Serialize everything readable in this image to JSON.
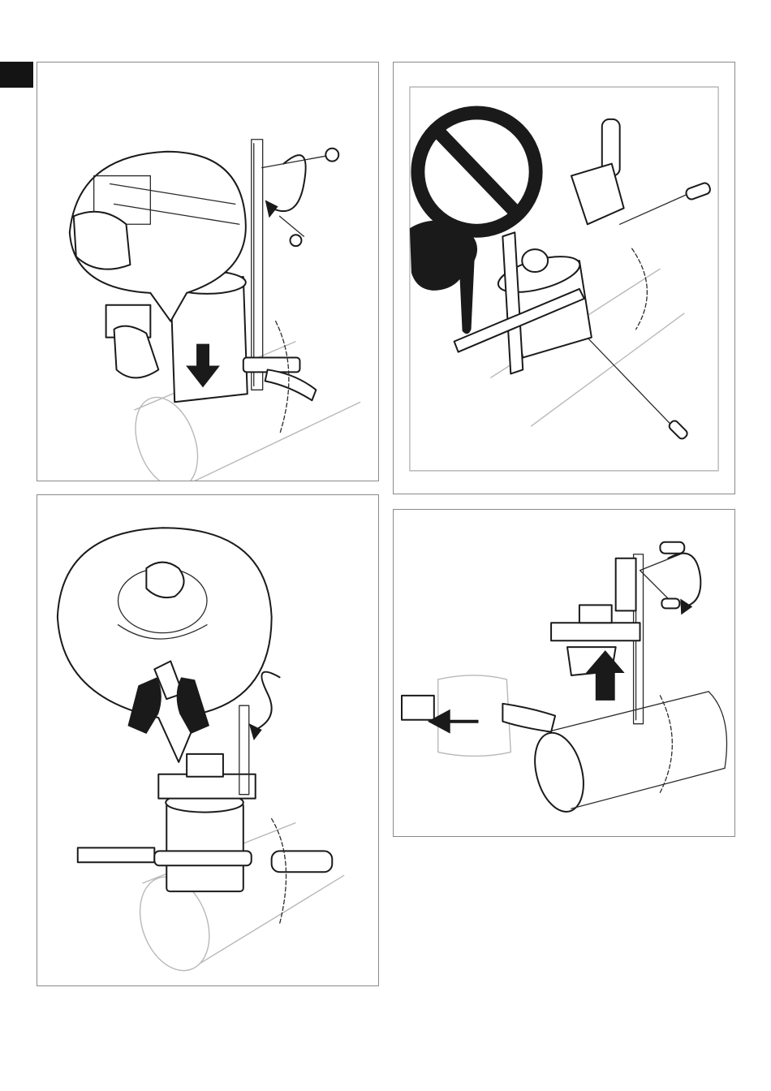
{
  "page": {
    "section_tab_color": "#141414",
    "panel_border_color": "#8a8a8a",
    "panels": [
      {
        "id": "step-1",
        "icons": [
          "magnifier-callout-icon",
          "rotate-clockwise-icon",
          "arrow-down-icon"
        ]
      },
      {
        "id": "step-2",
        "icons": [
          "prohibited-sign-icon",
          "pointing-hand-icon"
        ]
      },
      {
        "id": "step-3",
        "icons": [
          "magnifier-callout-icon",
          "hands-icon",
          "rotate-counterclockwise-icon"
        ]
      },
      {
        "id": "step-4",
        "icons": [
          "rotate-clockwise-icon",
          "arrow-up-icon",
          "arrow-left-icon"
        ]
      }
    ]
  }
}
